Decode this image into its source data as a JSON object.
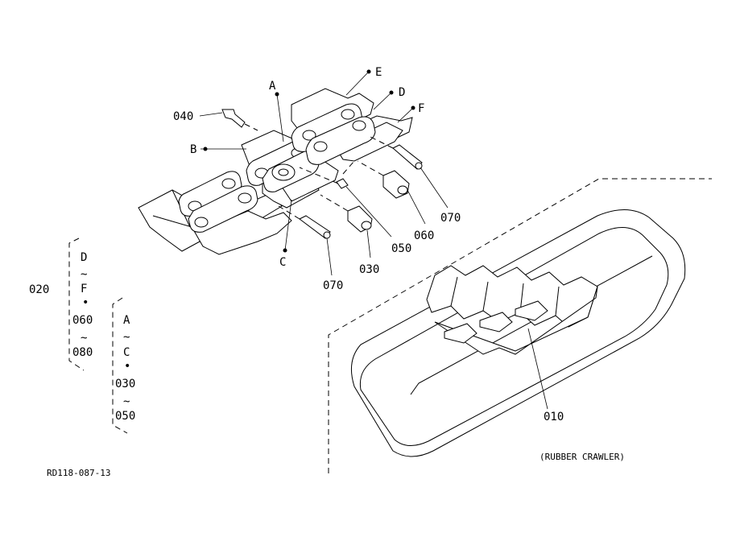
{
  "callouts": {
    "A": "A",
    "B": "B",
    "C": "C",
    "D": "D",
    "E": "E",
    "F": "F",
    "p010": "010",
    "p030": "030",
    "p040": "040",
    "p050": "050",
    "p060": "060",
    "p070a": "070",
    "p070b": "070",
    "p020": "020"
  },
  "bracket_outer": {
    "l1": "D",
    "l2": "~",
    "l3": "F",
    "l4": "•",
    "l5": "060",
    "l6": "~",
    "l7": "080"
  },
  "bracket_inner": {
    "l1": "A",
    "l2": "~",
    "l3": "C",
    "l4": "•",
    "l5": "030",
    "l6": "~",
    "l7": "050"
  },
  "crawler_caption": "(RUBBER CRAWLER)",
  "drawing_id": "RD118-087-13"
}
